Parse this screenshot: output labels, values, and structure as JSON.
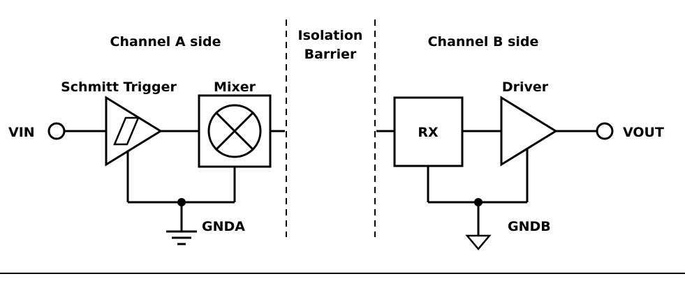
{
  "diagram": {
    "left_title": "Channel A side",
    "right_title": "Channel B side",
    "barrier": {
      "line1": "Isolation",
      "line2": "Barrier"
    },
    "components": {
      "schmitt_label": "Schmitt Trigger",
      "mixer_label": "Mixer",
      "rx_label": "RX",
      "driver_label": "Driver"
    },
    "ports": {
      "vin_label": "VIN",
      "vout_label": "VOUT",
      "gnda_label": "GNDA",
      "gndb_label": "GNDB"
    },
    "colors": {
      "line": "#000000",
      "background": "#ffffff"
    }
  }
}
